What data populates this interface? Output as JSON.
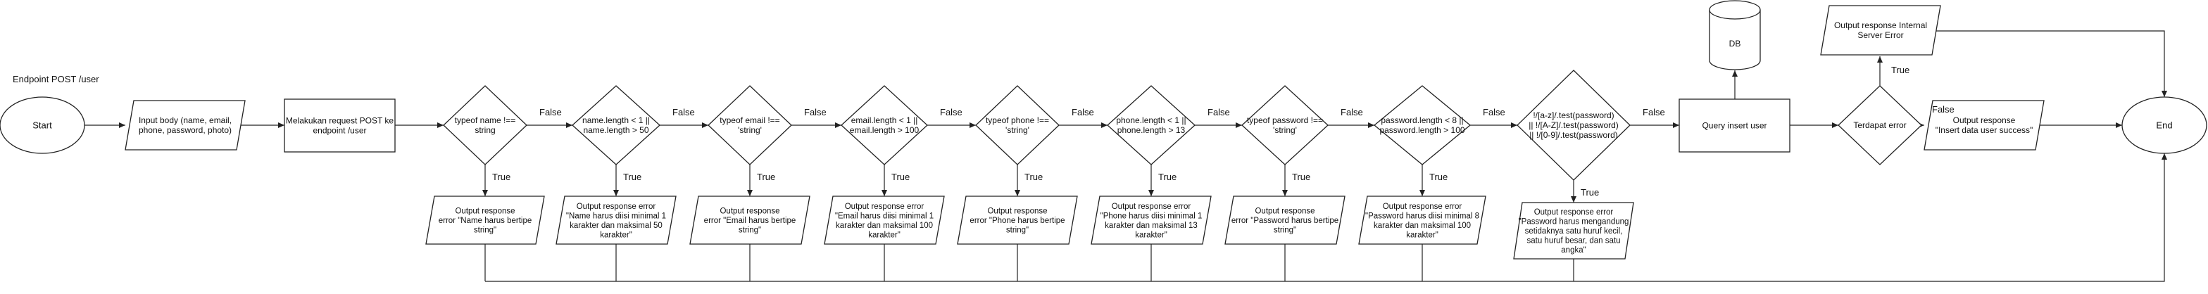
{
  "title": "Endpoint POST /user",
  "nodes": {
    "start": "Start",
    "input_body": [
      "Input body (name, email,",
      "phone, password, photo)"
    ],
    "request": [
      "Melakukan request POST ke",
      "endpoint /user"
    ],
    "cond_name_type": [
      "typeof name !==",
      "string"
    ],
    "cond_name_len": [
      "name.length < 1 ||",
      "name.length > 50"
    ],
    "cond_email_type": [
      "typeof email !==",
      "'string'"
    ],
    "cond_email_len": [
      "email.length < 1 ||",
      "email.length > 100"
    ],
    "cond_phone_type": [
      "typeof phone !==",
      "'string'"
    ],
    "cond_phone_len": [
      "phone.length < 1 ||",
      "phone.length > 13"
    ],
    "cond_password_type": [
      "typeof password !==",
      "'string'"
    ],
    "cond_password_len": [
      "password.length < 8 ||",
      "password.length > 100"
    ],
    "cond_password_regex": [
      "!/[a-z]/.test(password)",
      "|| !/[A-Z]/.test(password)",
      "|| !/[0-9]/.test(password)"
    ],
    "err_name_type": [
      "Output response",
      "error \"Name harus bertipe",
      "string\""
    ],
    "err_name_len": [
      "Output response error",
      "\"Name harus diisi minimal 1",
      "karakter dan maksimal 50",
      "karakter\""
    ],
    "err_email_type": [
      "Output response",
      "error \"Email harus bertipe",
      "string\""
    ],
    "err_email_len": [
      "Output response error",
      "\"Email harus diisi minimal 1",
      "karakter dan maksimal 100",
      "karakter\""
    ],
    "err_phone_type": [
      "Output response",
      "error \"Phone harus bertipe",
      "string\""
    ],
    "err_phone_len": [
      "Output response error",
      "\"Phone harus diisi minimal 1",
      "karakter dan maksimal 13",
      "karakter\""
    ],
    "err_password_type": [
      "Output response",
      "error \"Password harus bertipe",
      "string\""
    ],
    "err_password_len": [
      "Output response error",
      "\"Password harus diisi minimal 8",
      "karakter dan maksimal 100",
      "karakter\""
    ],
    "err_password_regex": [
      "Output response error",
      "\"Password harus mengandung",
      "setidaknya satu huruf kecil,",
      "satu huruf besar, dan satu",
      "angka\""
    ],
    "query": "Query insert user",
    "db": "DB",
    "cond_error": "Terdapat error",
    "out_internal": [
      "Output response Internal",
      "Server Error"
    ],
    "out_success": [
      "Output response",
      "\"Insert data user success\""
    ],
    "end": "End"
  },
  "edge_labels": {
    "true": "True",
    "false": "False"
  }
}
